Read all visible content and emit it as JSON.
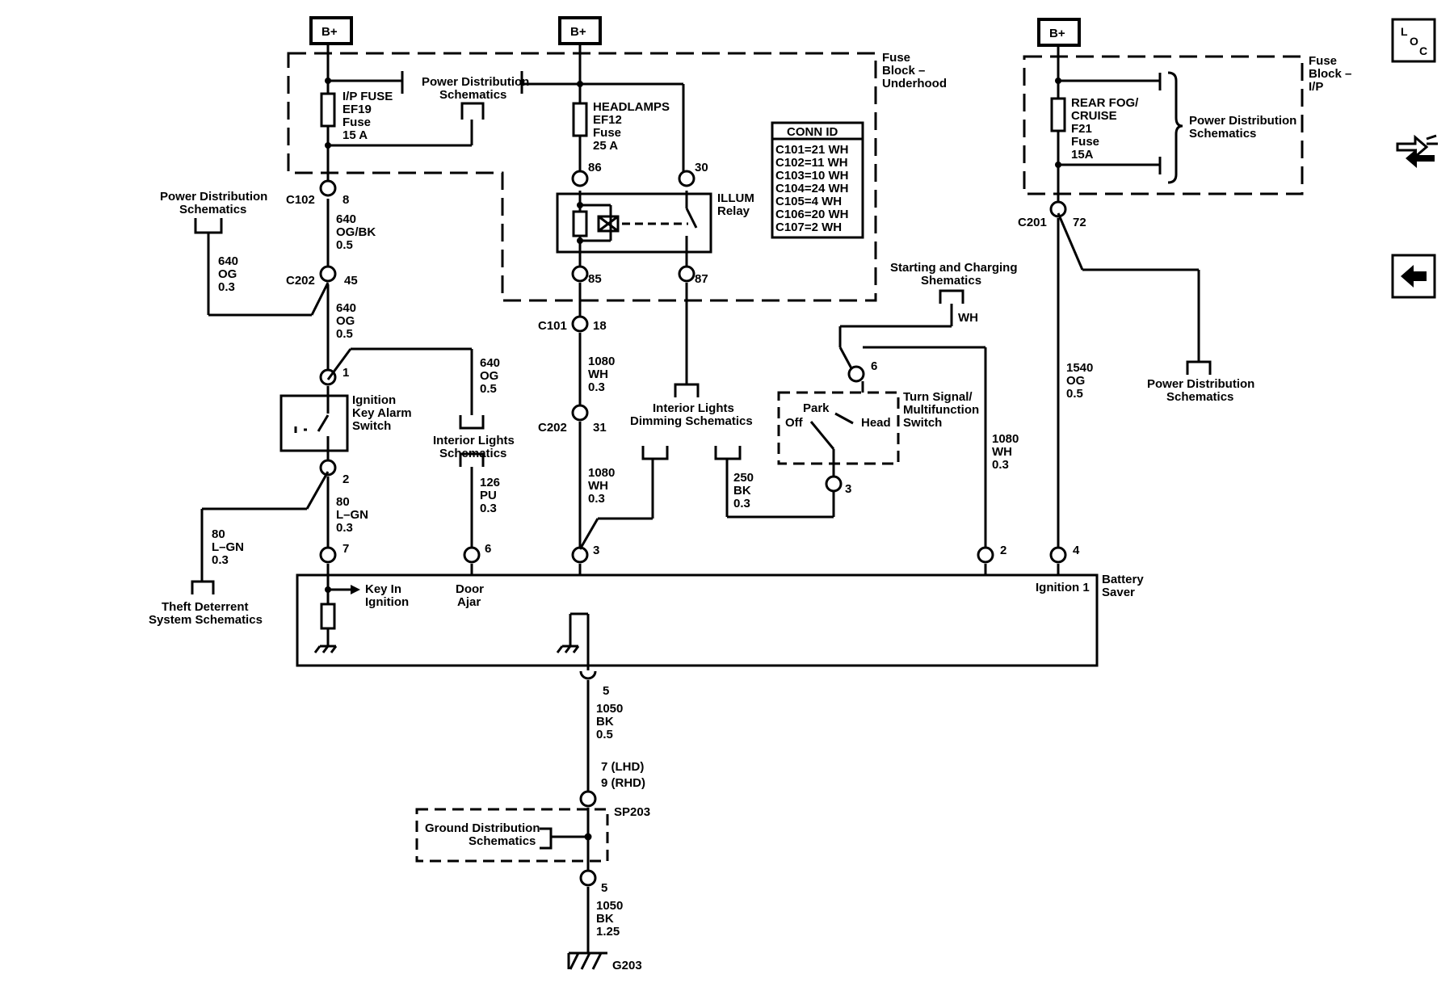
{
  "power_sources": [
    "B+",
    "B+",
    "B+"
  ],
  "fuse_block_underhood": "Fuse Block – Underhood",
  "fuse_block_ip": "Fuse Block – I/P",
  "fuses": {
    "ip_fuse": [
      "I/P FUSE",
      "EF19",
      "Fuse",
      "15 A"
    ],
    "headlamps": [
      "HEADLAMPS",
      "EF12",
      "Fuse",
      "25 A"
    ],
    "rear_fog": [
      "REAR FOG/",
      "CRUISE",
      "F21",
      "Fuse",
      "15A"
    ]
  },
  "refs": {
    "pds_top": [
      "Power Distribution",
      "Schematics"
    ],
    "pds_left": [
      "Power Distribution",
      "Schematics"
    ],
    "pds_right_top": [
      "Power Distribution",
      "Schematics"
    ],
    "pds_right_bottom": [
      "Power Distribution",
      "Schematics"
    ],
    "starting_charging": [
      "Starting and Charging",
      "Shematics"
    ],
    "interior_lights": [
      "Interior Lights",
      "Schematics"
    ],
    "interior_dimming": [
      "Interior Lights",
      "Dimming Schematics"
    ],
    "theft_deterrent": [
      "Theft Deterrent",
      "System Schematics"
    ],
    "ground_distribution": [
      "Ground Distribution",
      "Schematics"
    ]
  },
  "conn_id": {
    "title": "CONN ID",
    "rows": [
      "C101=21 WH",
      "C102=11 WH",
      "C103=10 WH",
      "C104=24 WH",
      "C105=4 WH",
      "C106=20 WH",
      "C107=2 WH"
    ]
  },
  "relay": [
    "ILLUM",
    "Relay"
  ],
  "relay_pins": [
    "86",
    "30",
    "85",
    "87"
  ],
  "ignition_key_switch": [
    "Ignition",
    "Key Alarm",
    "Switch"
  ],
  "turn_signal_switch": {
    "name": [
      "Turn Signal/",
      "Multifunction",
      "Switch"
    ],
    "positions": [
      "Park",
      "Off",
      "Head"
    ]
  },
  "module": {
    "name": [
      "Battery",
      "Saver"
    ],
    "inputs": [
      "Key In",
      "Ignition"
    ],
    "door_ajar": [
      "Door",
      "Ajar"
    ],
    "ignition1": "Ignition 1"
  },
  "connectors": {
    "c102": "C102",
    "c202_a": "C202",
    "c101": "C101",
    "c202_b": "C202",
    "c201": "C201",
    "sp203": "SP203",
    "g203": "G203"
  },
  "pins": {
    "c102": "8",
    "c202_a": "45",
    "switch_in": "1",
    "switch_out": "2",
    "mod_7": "7",
    "mod_6": "6",
    "c101": "18",
    "c202_b": "31",
    "mod_3": "3",
    "tsw_6": "6",
    "tsw_3": "3",
    "mod_2": "2",
    "c201": "72",
    "mod_4": "4",
    "mod_5": "5",
    "lhd_rhd": [
      "7 (LHD)",
      "9 (RHD)"
    ],
    "sp_5": "5"
  },
  "wires": {
    "w640_ogbk": [
      "640",
      "OG/BK",
      "0.5"
    ],
    "w640_og_left": [
      "640",
      "OG",
      "0.3"
    ],
    "w640_og_main": [
      "640",
      "OG",
      "0.5"
    ],
    "w640_og_branch": [
      "640",
      "OG",
      "0.5"
    ],
    "w80_lgn_main": [
      "80",
      "L–GN",
      "0.3"
    ],
    "w80_lgn_branch": [
      "80",
      "L–GN",
      "0.3"
    ],
    "w126_pu": [
      "126",
      "PU",
      "0.3"
    ],
    "w1080_wh_a": [
      "1080",
      "WH",
      "0.3"
    ],
    "w1080_wh_b": [
      "1080",
      "WH",
      "0.3"
    ],
    "w250_bk": [
      "250",
      "BK",
      "0.3"
    ],
    "w1080_wh_c": [
      "1080",
      "WH",
      "0.3"
    ],
    "wh_short": "WH",
    "w1540_og": [
      "1540",
      "OG",
      "0.5"
    ],
    "w1050_bk_a": [
      "1050",
      "BK",
      "0.5"
    ],
    "w1050_bk_b": [
      "1050",
      "BK",
      "1.25"
    ]
  },
  "nav": {
    "loc_icon": [
      "L",
      "O",
      "C"
    ]
  }
}
